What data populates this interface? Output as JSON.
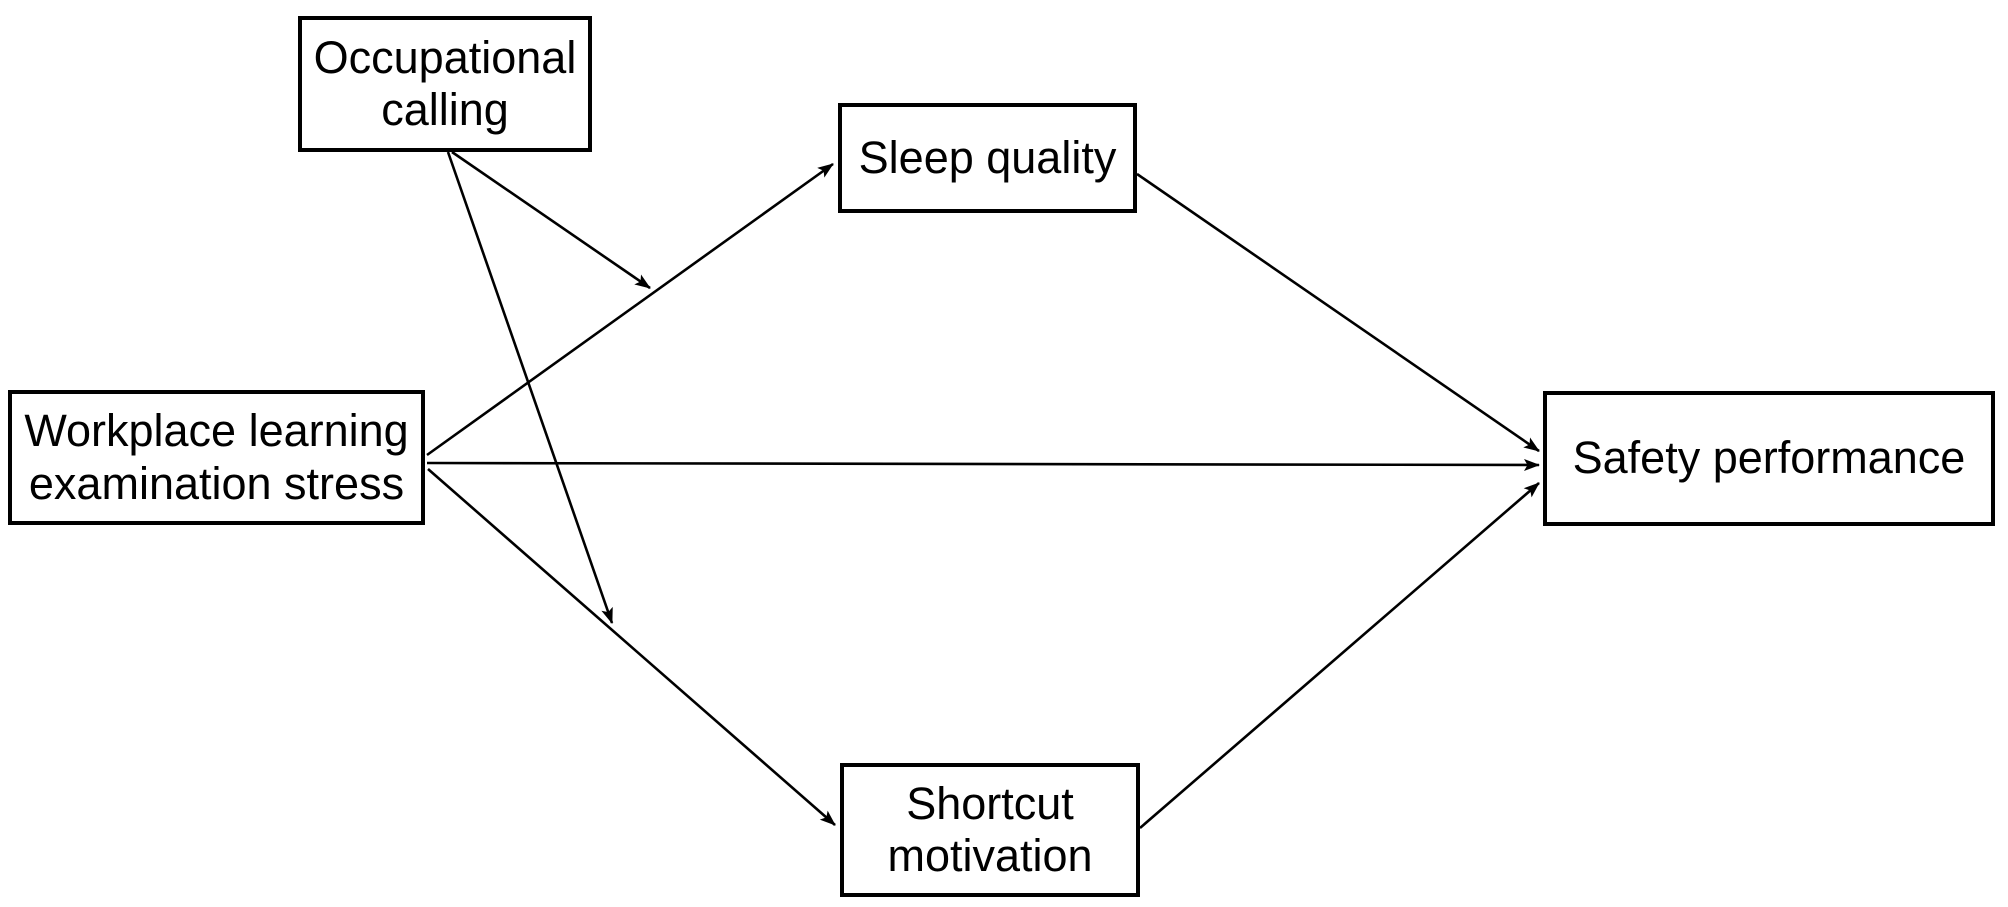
{
  "figure": {
    "type": "path-model-diagram",
    "background_color": "#ffffff",
    "line_color": "#000000",
    "nodes": {
      "occupational_calling": {
        "label": "Occupational calling",
        "role": "moderator"
      },
      "sleep_quality": {
        "label": "Sleep quality",
        "role": "mediator"
      },
      "workplace_stress": {
        "label": "Workplace learning examination stress",
        "role": "predictor"
      },
      "safety_performance": {
        "label": "Safety performance",
        "role": "outcome"
      },
      "shortcut_motivation": {
        "label": "Shortcut motivation",
        "role": "mediator"
      }
    },
    "edges": [
      {
        "from": "workplace_stress",
        "to": "sleep_quality",
        "kind": "direct"
      },
      {
        "from": "workplace_stress",
        "to": "safety_performance",
        "kind": "direct"
      },
      {
        "from": "workplace_stress",
        "to": "shortcut_motivation",
        "kind": "direct"
      },
      {
        "from": "sleep_quality",
        "to": "safety_performance",
        "kind": "direct"
      },
      {
        "from": "shortcut_motivation",
        "to": "safety_performance",
        "kind": "direct"
      },
      {
        "from": "occupational_calling",
        "to": "path:workplace_stress->sleep_quality",
        "kind": "moderation"
      },
      {
        "from": "occupational_calling",
        "to": "path:workplace_stress->shortcut_motivation",
        "kind": "moderation"
      }
    ]
  }
}
